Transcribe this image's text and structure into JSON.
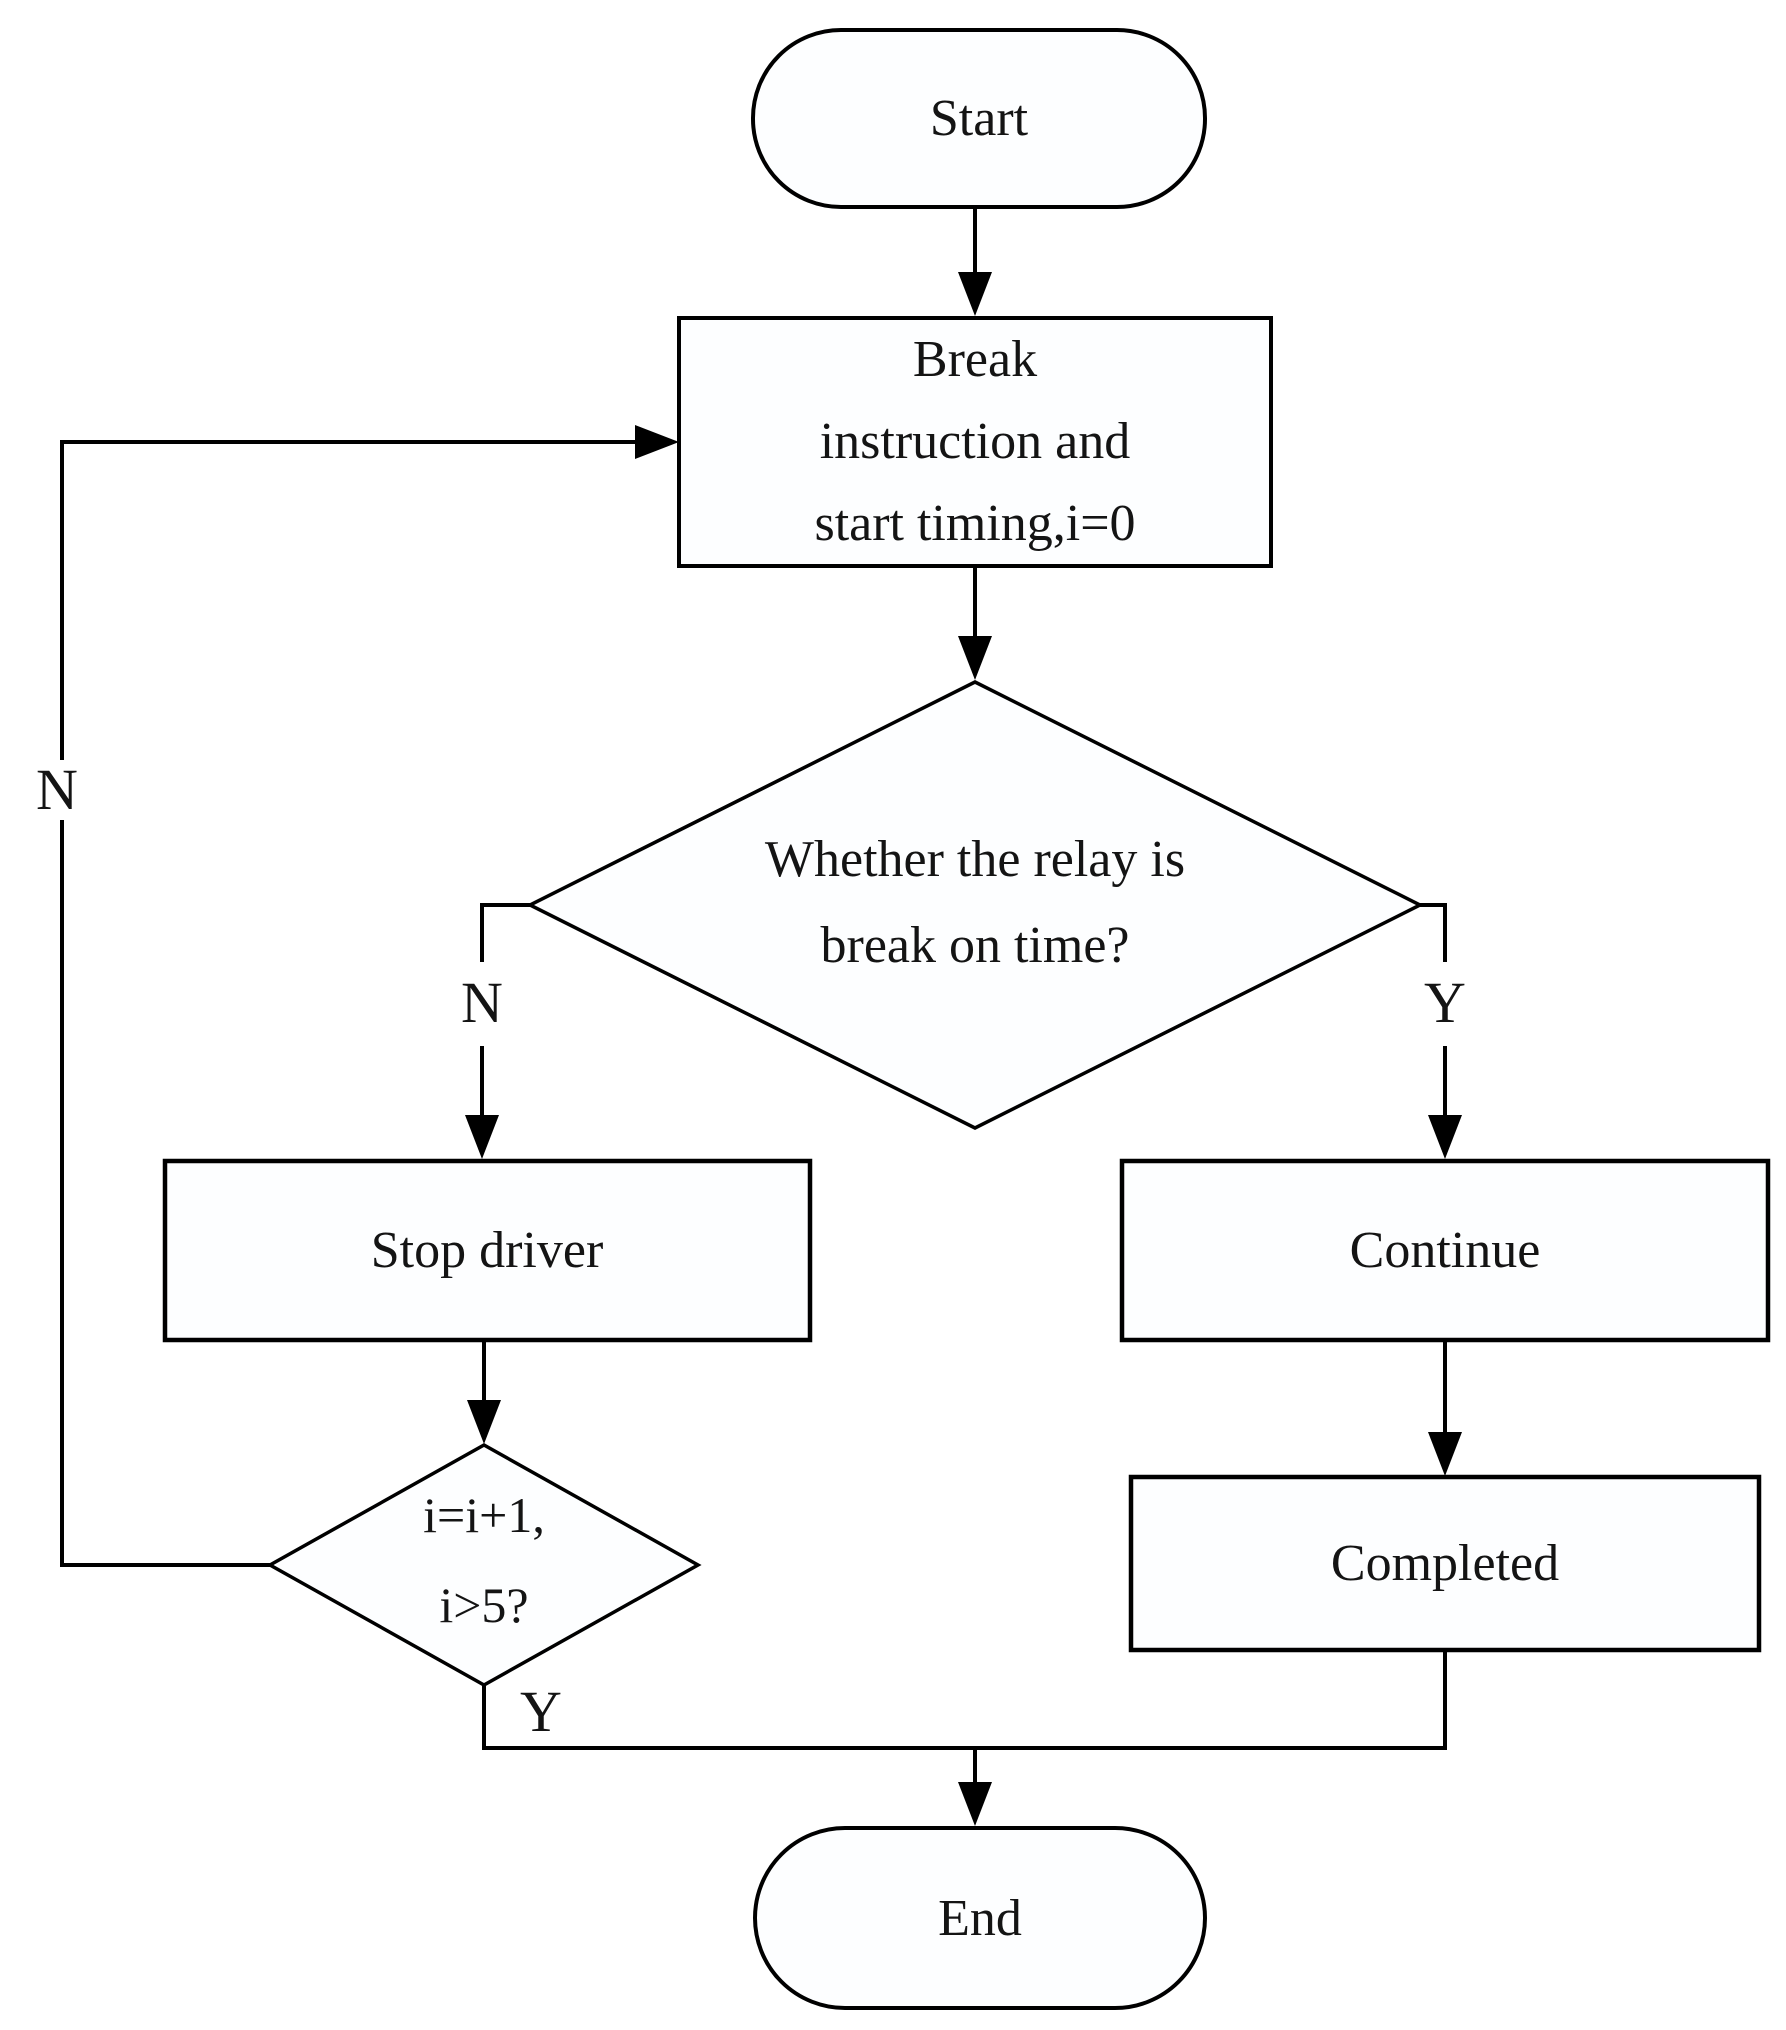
{
  "diagram": {
    "type": "flowchart",
    "nodes": {
      "start": {
        "label": "Start",
        "shape": "terminator"
      },
      "break_instruction": {
        "label": "Break\ninstruction and\nstart timing,i=0",
        "shape": "process"
      },
      "relay_decision": {
        "label": "Whether the relay is\nbreak on time?",
        "shape": "decision"
      },
      "stop_driver": {
        "label": "Stop driver",
        "shape": "process"
      },
      "continue": {
        "label": "Continue",
        "shape": "process"
      },
      "completed": {
        "label": "Completed",
        "shape": "process"
      },
      "counter_decision": {
        "label": "i=i+1,\ni>5?",
        "shape": "decision"
      },
      "end": {
        "label": "End",
        "shape": "terminator"
      }
    },
    "branch_labels": {
      "relay_no": "N",
      "relay_yes": "Y",
      "counter_yes": "Y",
      "counter_no_loop": "N"
    },
    "colors": {
      "stroke": "#000000",
      "shape_fill": "#fdfeff",
      "text": "#141414"
    }
  }
}
